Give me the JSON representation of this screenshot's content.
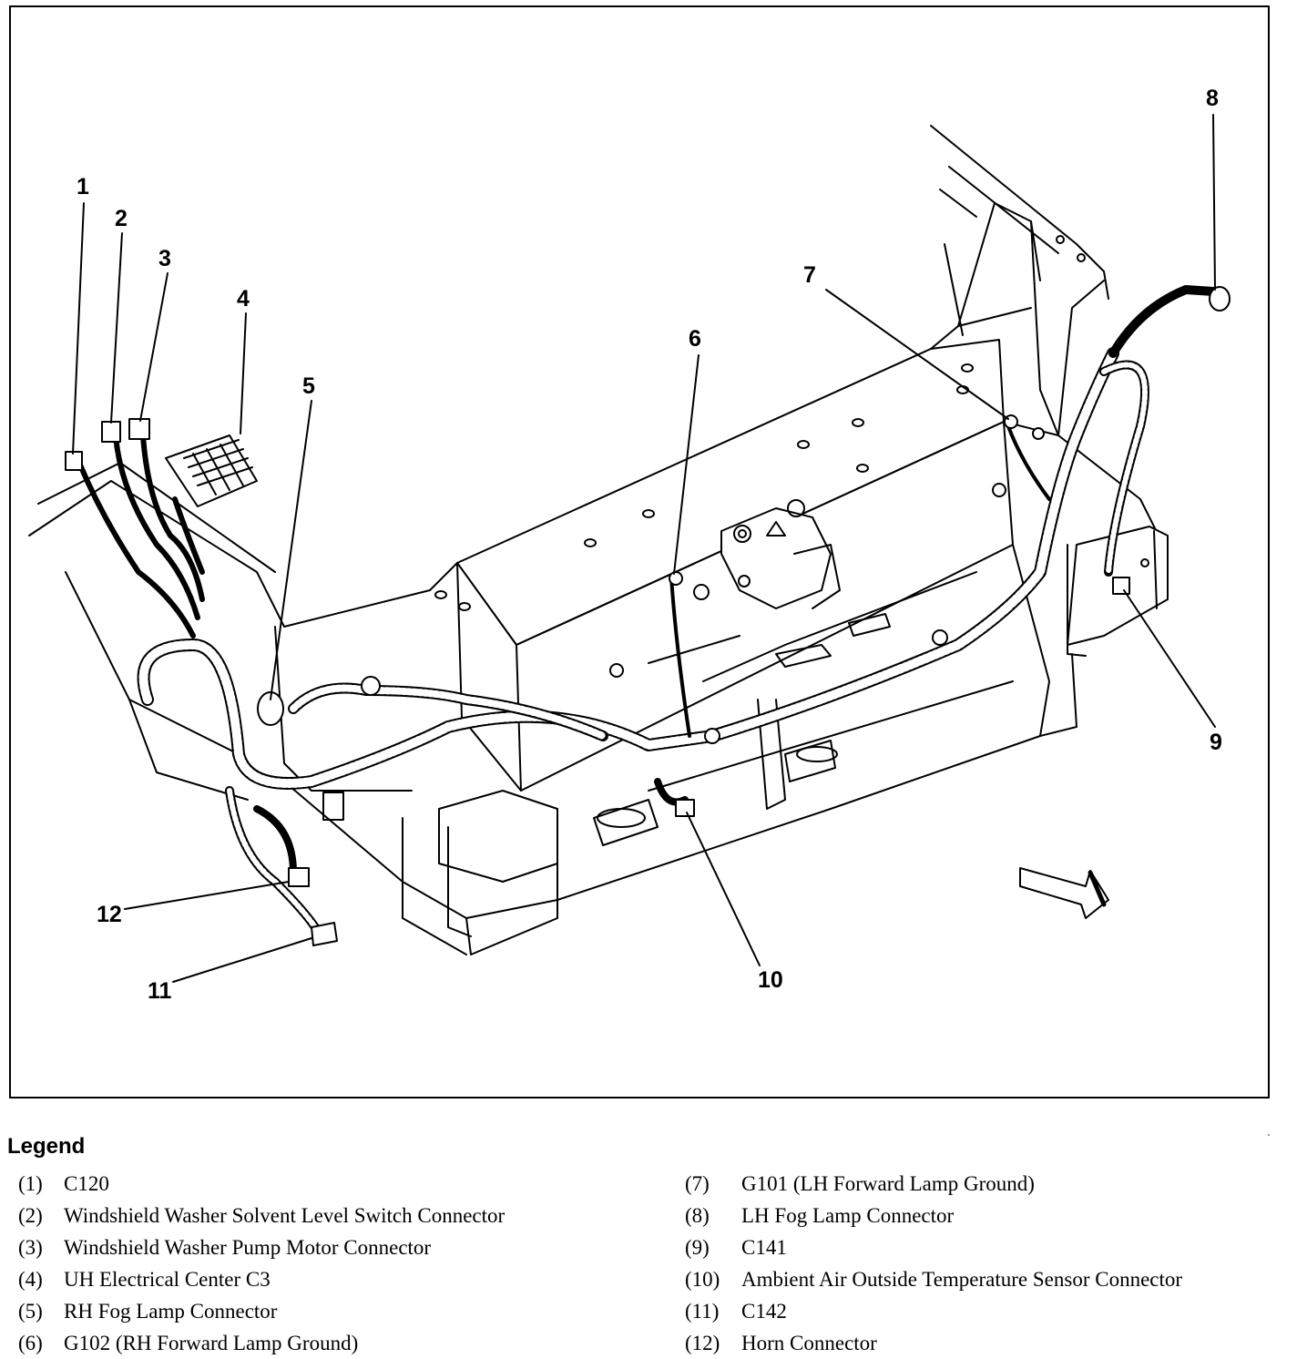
{
  "legend": {
    "title": "Legend",
    "items": [
      {
        "num": "(1)",
        "text": "C120"
      },
      {
        "num": "(2)",
        "text": "Windshield Washer Solvent Level Switch Connector"
      },
      {
        "num": "(3)",
        "text": "Windshield Washer Pump Motor Connector"
      },
      {
        "num": "(4)",
        "text": "UH Electrical Center C3"
      },
      {
        "num": "(5)",
        "text": "RH Fog Lamp Connector"
      },
      {
        "num": "(6)",
        "text": "G102 (RH Forward Lamp Ground)"
      },
      {
        "num": "(7)",
        "text": "G101 (LH Forward Lamp Ground)"
      },
      {
        "num": "(8)",
        "text": "LH Fog Lamp Connector"
      },
      {
        "num": "(9)",
        "text": "C141"
      },
      {
        "num": "(10)",
        "text": "Ambient Air Outside Temperature Sensor Connector"
      },
      {
        "num": "(11)",
        "text": "C142"
      },
      {
        "num": "(12)",
        "text": "Horn Connector"
      }
    ]
  },
  "callouts": {
    "c1": "1",
    "c2": "2",
    "c3": "3",
    "c4": "4",
    "c5": "5",
    "c6": "6",
    "c7": "7",
    "c8": "8",
    "c9": "9",
    "c10": "10",
    "c11": "11",
    "c12": "12"
  },
  "colors": {
    "ink": "#000000",
    "paper": "#ffffff"
  }
}
